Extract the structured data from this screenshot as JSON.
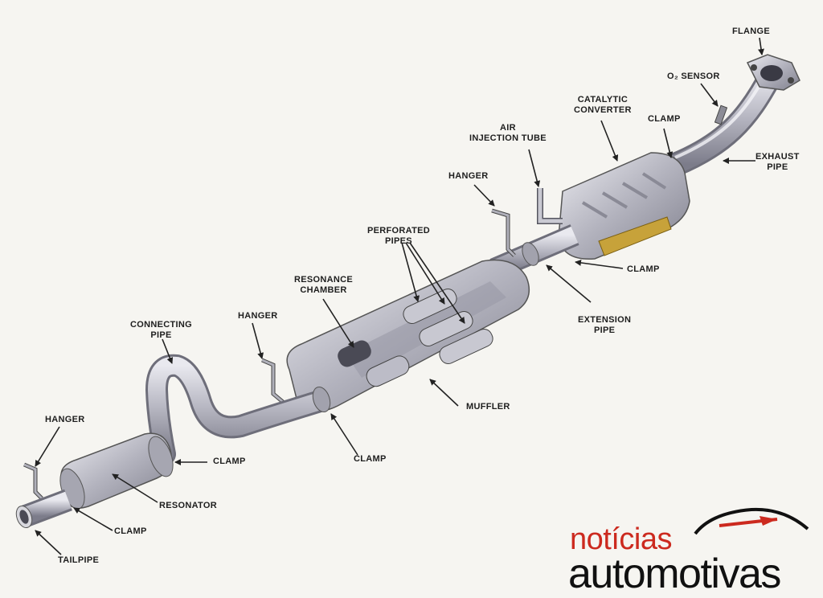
{
  "labels": {
    "flange": "FLANGE",
    "o2_sensor": "O₂ SENSOR",
    "catalytic_converter": [
      "CATALYTIC",
      "CONVERTER"
    ],
    "clamp_upper": "CLAMP",
    "exhaust_pipe": [
      "EXHAUST",
      "PIPE"
    ],
    "air_injection_tube": [
      "AIR",
      "INJECTION TUBE"
    ],
    "hanger_upper": "HANGER",
    "clamp_catalytic": "CLAMP",
    "perforated_pipes": [
      "PERFORATED",
      "PIPES"
    ],
    "resonance_chamber": [
      "RESONANCE",
      "CHAMBER"
    ],
    "extension_pipe": [
      "EXTENSION",
      "PIPE"
    ],
    "hanger_middle": "HANGER",
    "connecting_pipe": [
      "CONNECTING",
      "PIPE"
    ],
    "muffler": "MUFFLER",
    "clamp_muffler": "CLAMP",
    "clamp_resonator_front": "CLAMP",
    "hanger_rear": "HANGER",
    "resonator": "RESONATOR",
    "clamp_rear": "CLAMP",
    "tailpipe": "TAILPIPE"
  },
  "logo": {
    "line1": "notícias",
    "line2": "automotivas"
  },
  "colors": {
    "background": "#f6f5f1",
    "metal": "#b7b7c2",
    "logo_red": "#cc2a1f",
    "logo_dark": "#111111",
    "catalyst_gold": "#c7a23a"
  }
}
